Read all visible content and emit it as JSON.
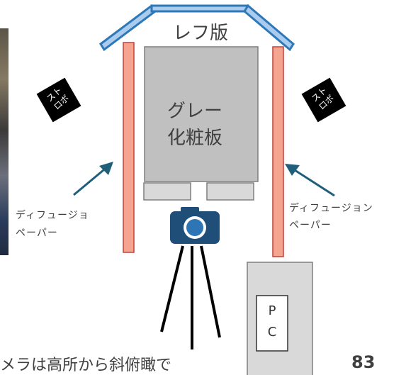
{
  "labels": {
    "reflector": "レフ版",
    "gray_board_line1": "グレー",
    "gray_board_line2": "化粧板",
    "diffusion_left_line1": "ディフュージョ",
    "diffusion_left_line2": "ペーパー",
    "diffusion_right_line1": "ディフュージョン",
    "diffusion_right_line2": "ペーパー",
    "strobe_left_line1": "スト",
    "strobe_left_line2": "ロボ",
    "strobe_right_line1": "スト",
    "strobe_right_line2": "ロボ",
    "pc_line1": "P",
    "pc_line2": "C"
  },
  "caption": "メラは高所から斜俯瞰で",
  "page_number": "83",
  "icons": {
    "camera": "camera-icon"
  },
  "colors": {
    "reflector_fill": "#a9ccef",
    "reflector_stroke": "#2e78b7",
    "diffuser": "#f5a58f",
    "board": "#c0c0c0",
    "camera_body": "#1f4e79",
    "arrow": "#1f5f7a"
  }
}
